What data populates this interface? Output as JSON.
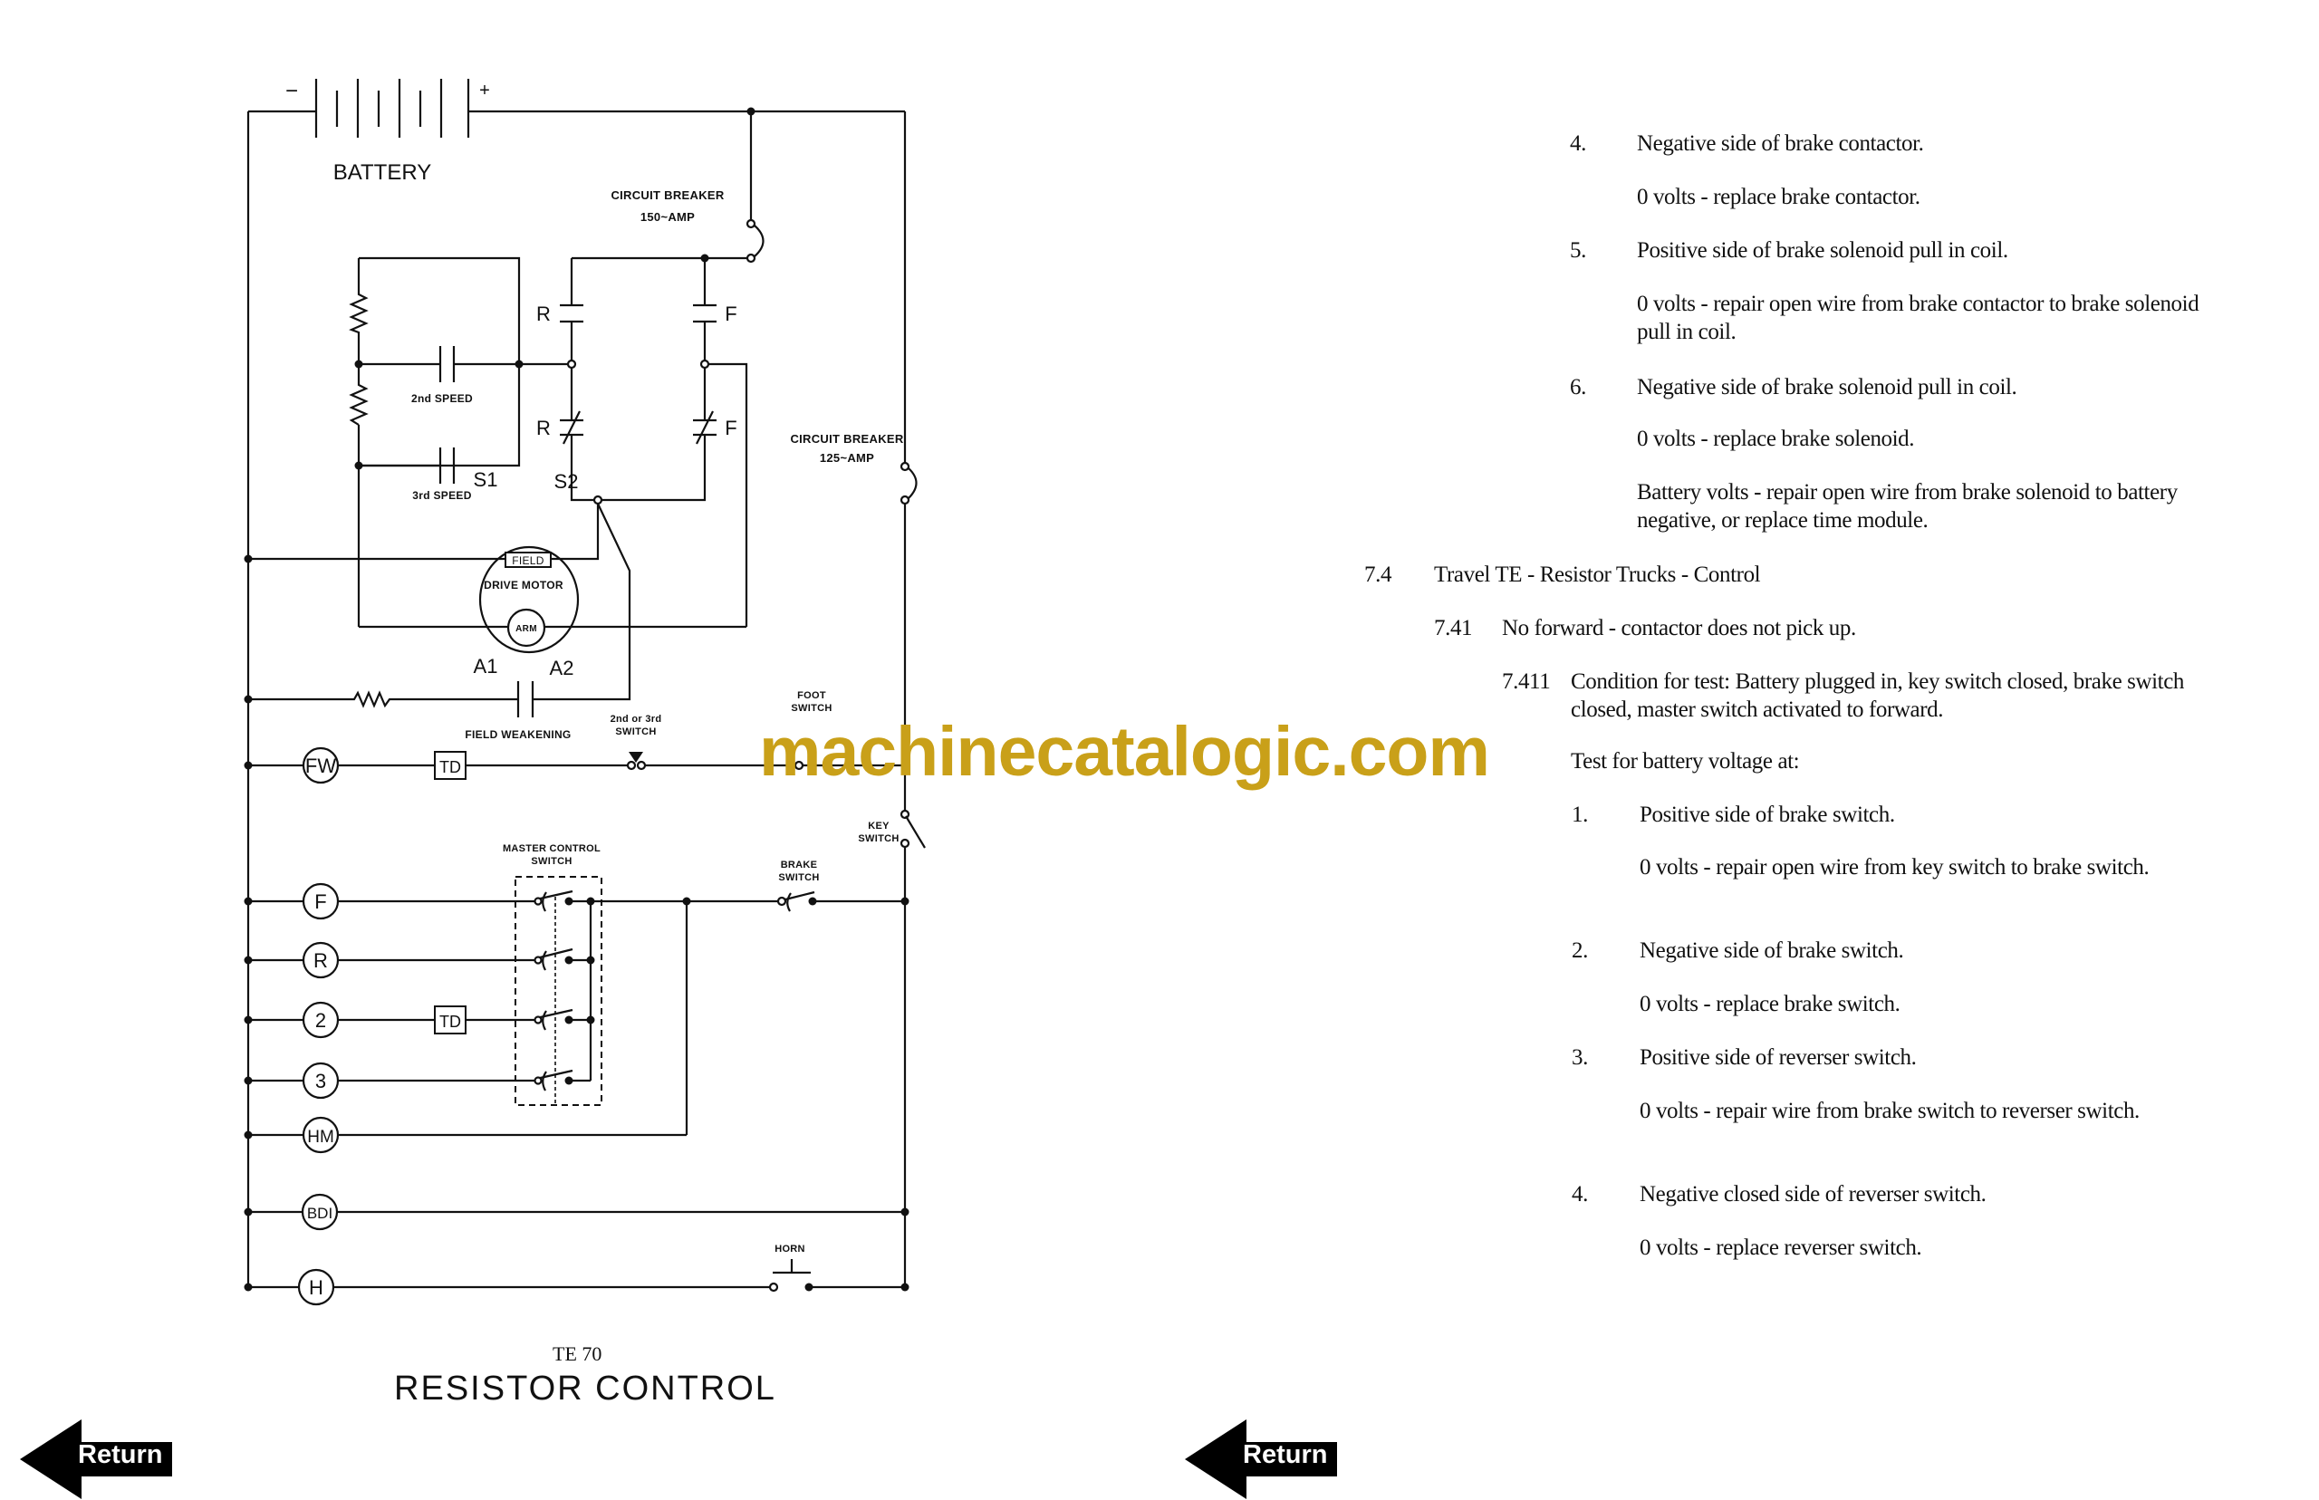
{
  "schematic": {
    "battery_label": "BATTERY",
    "minus": "−",
    "plus": "+",
    "cb1_line1": "CIRCUIT BREAKER",
    "cb1_line2": "150~AMP",
    "cb2_line1": "CIRCUIT BREAKER",
    "cb2_line2": "125~AMP",
    "contact_r": "R",
    "contact_f": "F",
    "second_speed": "2nd SPEED",
    "third_speed": "3rd SPEED",
    "s1": "S1",
    "s2": "S2",
    "a1": "A1",
    "a2": "A2",
    "field": "FIELD",
    "drive_motor": "DRIVE MOTOR",
    "arm": "ARM",
    "field_weakening": "FIELD WEAKENING",
    "sw23_line1": "2nd or 3rd",
    "sw23_line2": "SWITCH",
    "foot_line1": "FOOT",
    "foot_line2": "SWITCH",
    "key_line1": "KEY",
    "key_line2": "SWITCH",
    "mcs_line1": "MASTER CONTROL",
    "mcs_line2": "SWITCH",
    "brake_line1": "BRAKE",
    "brake_line2": "SWITCH",
    "horn": "HORN",
    "td": "TD",
    "nodes": {
      "fw": "FW",
      "f": "F",
      "r": "R",
      "two": "2",
      "three": "3",
      "hm": "HM",
      "bdi": "BDI",
      "h": "H"
    },
    "model": "TE 70",
    "title": "RESISTOR CONTROL"
  },
  "document": {
    "group1": [
      {
        "num": "4.",
        "text": "Negative side of brake contactor.",
        "result": "0 volts - replace brake contactor."
      },
      {
        "num": "5.",
        "text": "Positive side of brake solenoid pull in coil.",
        "result": "0 volts - repair open wire from brake contactor to brake solenoid pull in coil."
      },
      {
        "num": "6.",
        "text": "Negative side of brake solenoid pull in coil.",
        "result": "0 volts - replace brake solenoid.",
        "result2": "Battery volts - repair open wire from brake solenoid to battery negative, or replace time module."
      }
    ],
    "section_num": "7.4",
    "section_title": "Travel TE - Resistor Trucks - Control",
    "sub_num": "7.41",
    "sub_title": "No forward - contactor does not pick up.",
    "subsub_num": "7.411",
    "condition": "Condition for test:  Battery plugged in, key switch closed, brake switch closed, master switch activated to forward.",
    "test_intro": "Test for battery voltage at:",
    "group2": [
      {
        "num": "1.",
        "text": "Positive side of brake switch.",
        "result": "0 volts - repair open wire from key switch to brake switch."
      },
      {
        "num": "2.",
        "text": "Negative side of brake switch.",
        "result": "0 volts - replace brake switch."
      },
      {
        "num": "3.",
        "text": "Positive side of reverser switch.",
        "result": "0 volts - repair wire from brake switch to reverser switch."
      },
      {
        "num": "4.",
        "text": "Negative closed side of reverser switch.",
        "result": "0 volts - replace reverser switch."
      }
    ]
  },
  "watermark": "machinecatalogic.com",
  "nav": {
    "return_left": "Return",
    "return_right": "Return"
  }
}
